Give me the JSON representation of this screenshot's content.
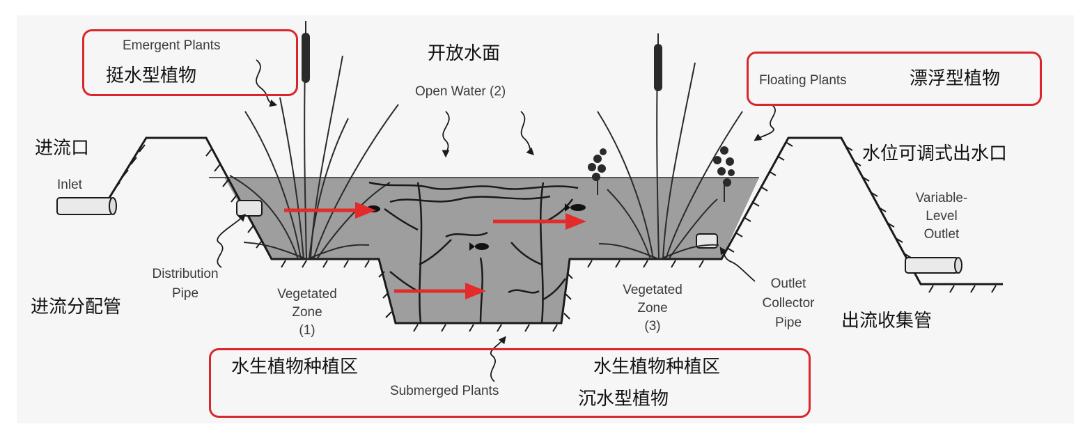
{
  "labels_en": {
    "emergent_plants": "Emergent Plants",
    "open_water": "Open Water (2)",
    "floating_plants": "Floating Plants",
    "inlet": "Inlet",
    "variable_level_outlet": "Variable-\nLevel\nOutlet",
    "distribution_pipe": "Distribution\nPipe",
    "vegetated_zone_1": "Vegetated\nZone\n(1)",
    "vegetated_zone_3": "Vegetated\nZone\n(3)",
    "outlet_collector_pipe": "Outlet\nCollector\nPipe",
    "submerged_plants": "Submerged Plants"
  },
  "labels_cn": {
    "emergent_plants": "挺水型植物",
    "open_water": "开放水面",
    "floating_plants": "漂浮型植物",
    "inlet": "进流口",
    "variable_level_outlet": "水位可调式出水口",
    "distribution_pipe": "进流分配管",
    "outlet_collector_pipe": "出流收集管",
    "vegetated_zone_left": "水生植物种植区",
    "vegetated_zone_right": "水生植物种植区",
    "submerged_plants": "沉水型植物"
  },
  "colors": {
    "highlight": "#d9262b",
    "flow_arrow": "#e32b2b",
    "water": "#9c9c9c",
    "line": "#1a1a1a"
  },
  "icons": [
    "flow-arrow",
    "fish-icon",
    "cattail-plant",
    "floating-plant"
  ]
}
